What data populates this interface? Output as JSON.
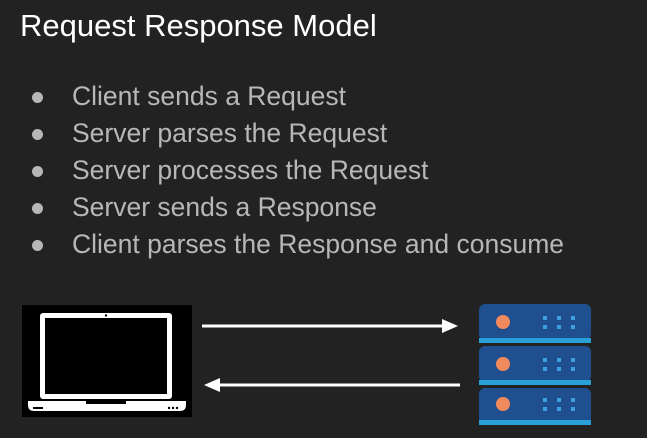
{
  "slide": {
    "title": "Request Response Model",
    "bullets": [
      "Client sends a Request",
      "Server parses the Request",
      "Server processes the Request",
      "Server sends a Response",
      "Client parses the Response and consume"
    ]
  },
  "diagram": {
    "left_icon": "laptop-icon",
    "right_icon": "server-rack-icon",
    "arrows": [
      "arrow-right",
      "arrow-left"
    ]
  },
  "colors": {
    "background": "#222222",
    "title": "#ffffff",
    "bullet_text": "#b7b7b7",
    "arrow": "#ffffff",
    "server_body": "#1f4f8f",
    "server_stripe": "#2aa0d8",
    "server_led_orange": "#f08a5d",
    "server_led_blue": "#3fa0e0"
  }
}
